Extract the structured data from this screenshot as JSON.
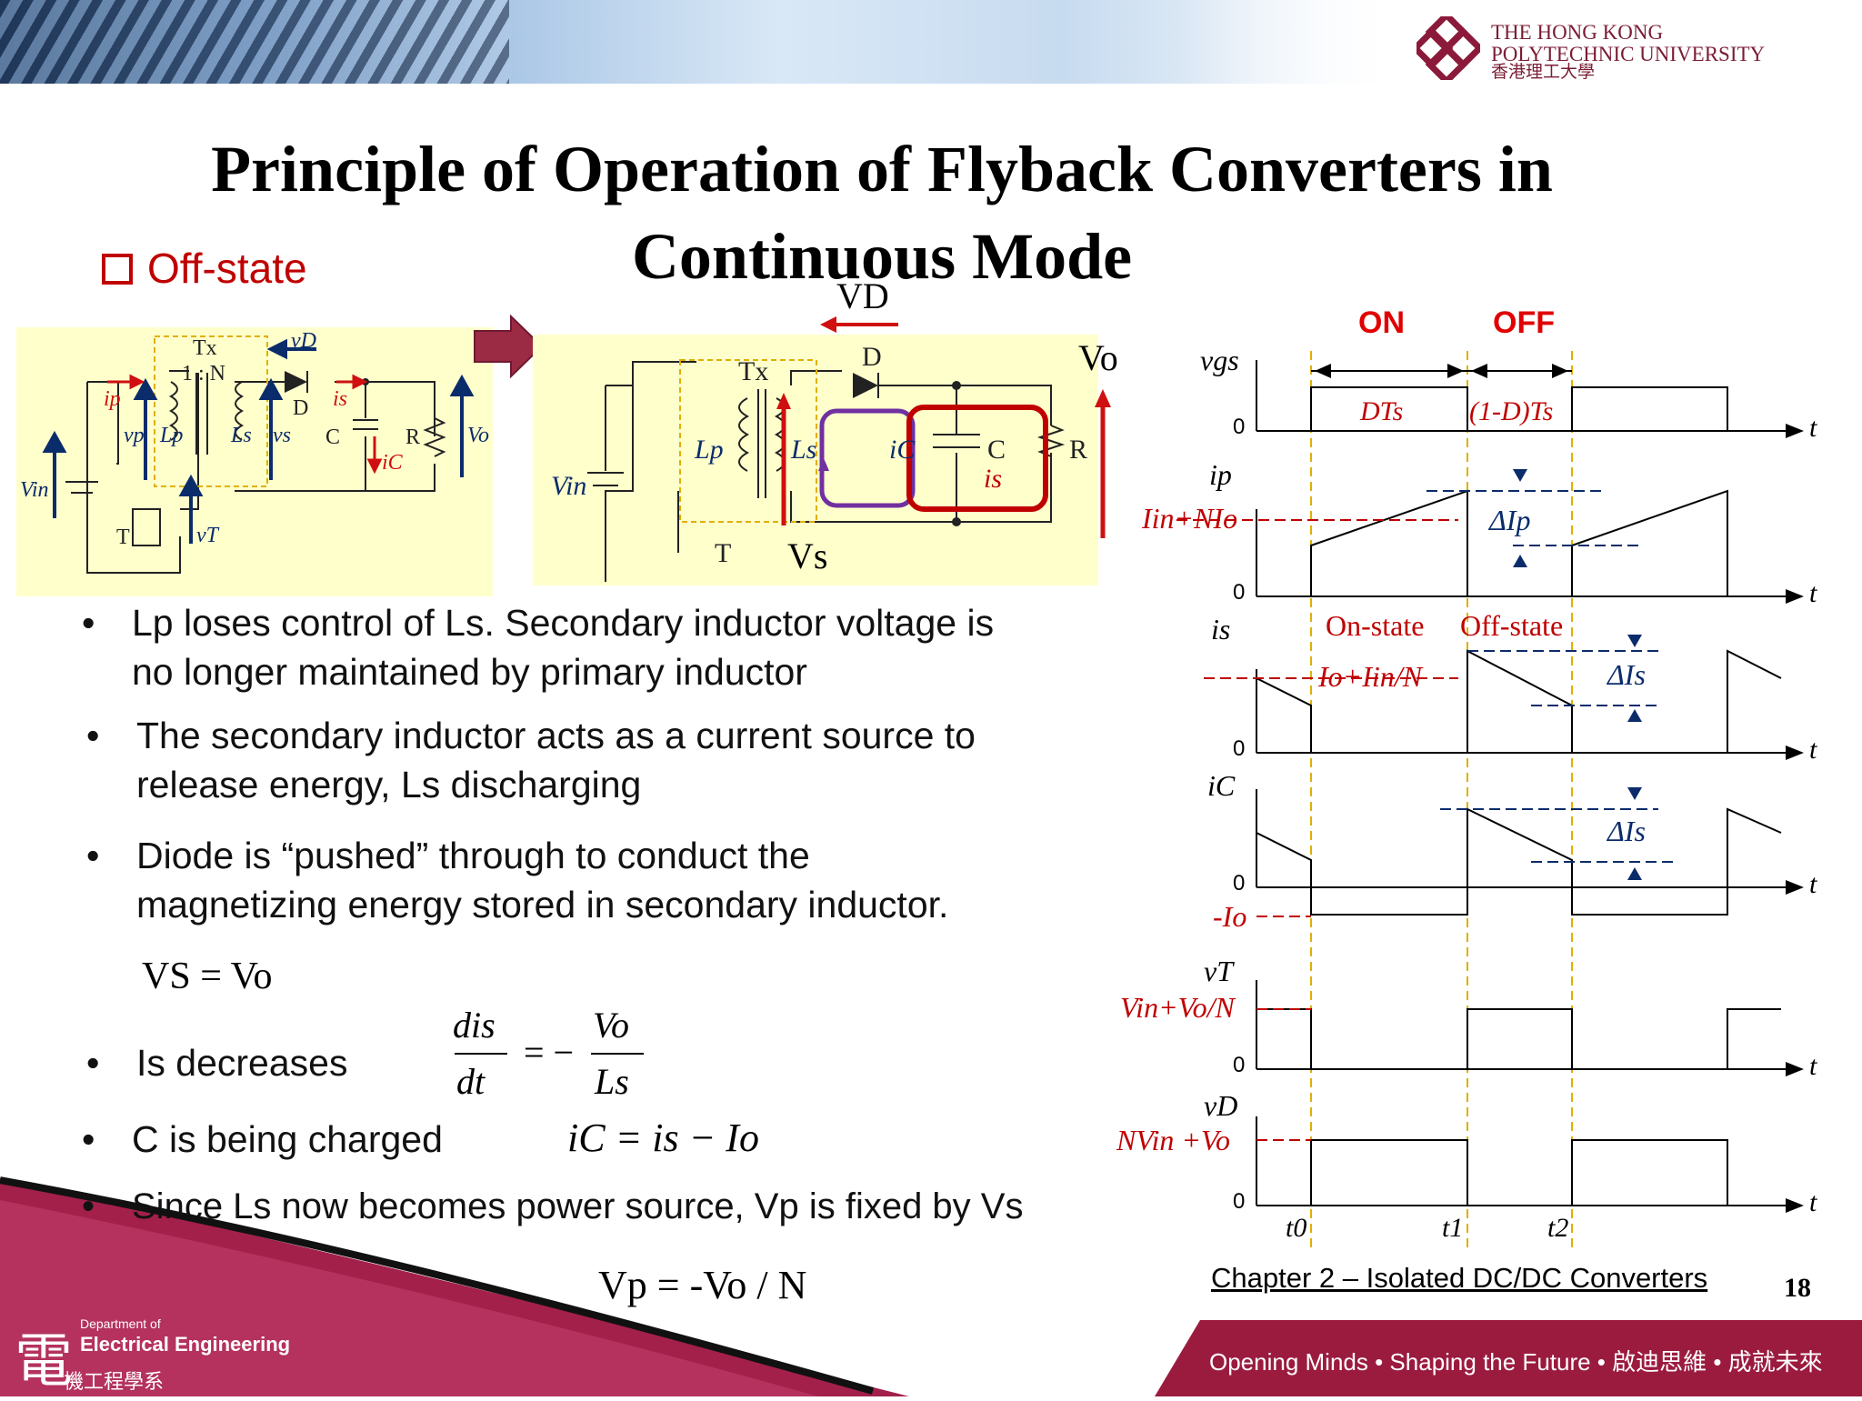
{
  "header": {
    "university_en_line1": "THE HONG KONG",
    "university_en_line2": "POLYTECHNIC UNIVERSITY",
    "university_zh": "香港理工大學"
  },
  "slide": {
    "title": "Principle of Operation of Flyback Converters in Continuous Mode",
    "section_label": "Off-state"
  },
  "circuit_left": {
    "labels": [
      "Tx",
      "1 : N",
      "vD",
      "ip",
      "is",
      "vp",
      "Lp",
      "Ls",
      "vs",
      "D",
      "C",
      "R",
      "Vo",
      "iC",
      "Vin",
      "T",
      "vT"
    ]
  },
  "circuit_right": {
    "vd_label": "VD",
    "vo_label": "Vo",
    "vs_label": "Vs",
    "labels": [
      "D",
      "Tx",
      "Lp",
      "Ls",
      "iC",
      "C",
      "is",
      "R",
      "Vin",
      "T"
    ]
  },
  "bullets": [
    {
      "line1": "Lp loses control of Ls. Secondary inductor voltage is",
      "line2": "no longer maintained by primary inductor"
    },
    {
      "line1": "The secondary inductor acts as a current source to",
      "line2": "release energy, Ls discharging"
    },
    {
      "line1": "Diode   is   “pushed”   through   to   conduct   the",
      "line2": "magnetizing energy stored in secondary inductor."
    },
    {
      "line1": "Is decreases"
    },
    {
      "line1": "C is being charged"
    },
    {
      "line1": "Since Ls now becomes power source, Vp is fixed by Vs"
    }
  ],
  "equations": {
    "vs_eq": "VS = Vo",
    "dis_num": "dis",
    "dis_den": "dt",
    "eq_sign": "= −",
    "vo_num": "Vo",
    "ls_den": "Ls",
    "ic_eq": "iC = is − Io",
    "vp_eq": "Vp = -Vo / N"
  },
  "waveforms": {
    "on_label": "ON",
    "off_label": "OFF",
    "dts_label": "DTs",
    "one_minus_d_label": "(1-D)Ts",
    "t_axis": "t",
    "zero": "0",
    "traces": [
      "vgs",
      "ip",
      "is",
      "iC",
      "vT",
      "vD"
    ],
    "ip_level": "Iin+NIo",
    "delta_ip": "ΔIp",
    "onstate_label": "On-state",
    "offstate_label": "Off-state",
    "is_level": "Io+Iin/N",
    "delta_is": "ΔIs",
    "neg_io": "-Io",
    "vt_level": "Vin+Vo/N",
    "vd_level": "NVin +Vo",
    "t0": "t0",
    "t1": "t1",
    "t2": "t2"
  },
  "footer": {
    "chapter": "Chapter 2 – Isolated DC/DC Converters",
    "page": "18",
    "dept_small": "Department of",
    "dept_name": "Electrical Engineering",
    "dept_zh": "機工程學系",
    "dept_char": "電",
    "slogan": "Opening Minds • Shaping the Future • 啟迪思維 • 成就未來"
  },
  "colors": {
    "accent": "#c00000",
    "footer": "#8b1a3a",
    "circuit_bg": "#ffffcc",
    "navy": "#0b2c6b"
  }
}
